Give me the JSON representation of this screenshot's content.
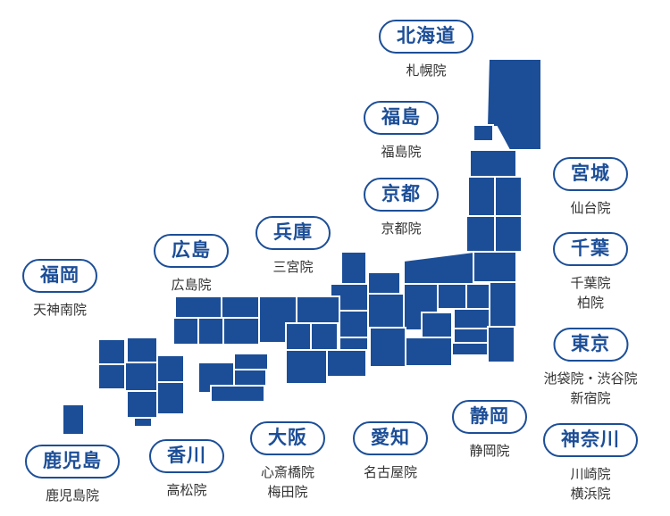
{
  "colors": {
    "map_fill": "#1c4e97",
    "label_border": "#1c4e97",
    "label_text": "#1c4e97",
    "branch_text": "#333333",
    "background": "#ffffff"
  },
  "regions": {
    "hokkaido": {
      "label": "北海道",
      "branches": [
        "札幌院"
      ]
    },
    "fukushima": {
      "label": "福島",
      "branches": [
        "福島院"
      ]
    },
    "kyoto": {
      "label": "京都",
      "branches": [
        "京都院"
      ]
    },
    "hyogo": {
      "label": "兵庫",
      "branches": [
        "三宮院"
      ]
    },
    "hiroshima": {
      "label": "広島",
      "branches": [
        "広島院"
      ]
    },
    "fukuoka": {
      "label": "福岡",
      "branches": [
        "天神南院"
      ]
    },
    "miyagi": {
      "label": "宮城",
      "branches": [
        "仙台院"
      ]
    },
    "chiba": {
      "label": "千葉",
      "branches": [
        "千葉院",
        "柏院"
      ]
    },
    "tokyo": {
      "label": "東京",
      "branches": [
        "池袋院・渋谷院",
        "新宿院"
      ]
    },
    "kanagawa": {
      "label": "神奈川",
      "branches": [
        "川崎院",
        "横浜院"
      ]
    },
    "shizuoka": {
      "label": "静岡",
      "branches": [
        "静岡院"
      ]
    },
    "aichi": {
      "label": "愛知",
      "branches": [
        "名古屋院"
      ]
    },
    "osaka": {
      "label": "大阪",
      "branches": [
        "心斎橋院",
        "梅田院"
      ]
    },
    "kagawa": {
      "label": "香川",
      "branches": [
        "高松院"
      ]
    },
    "kagoshima": {
      "label": "鹿児島",
      "branches": [
        "鹿児島院"
      ]
    }
  }
}
